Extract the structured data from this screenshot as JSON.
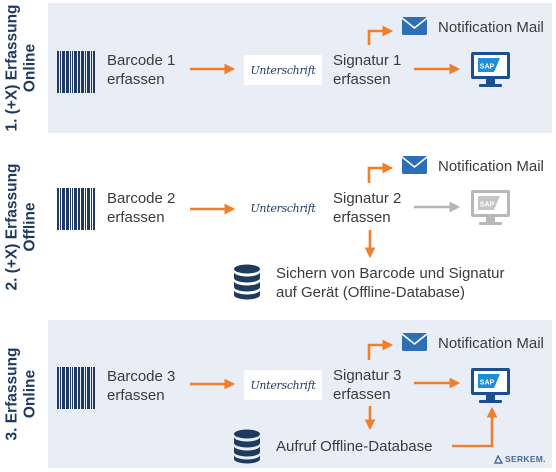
{
  "bands": [
    {
      "label_line1": "1. (+X) Erfassung",
      "label_line2": "Online",
      "barcode_line1": "Barcode 1",
      "barcode_line2": "erfassen",
      "signature_script": "Unterschrift",
      "signatur_line1": "Signatur 1",
      "signatur_line2": "erfassen",
      "mail": "Notification Mail",
      "sap": "SAP"
    },
    {
      "label_line1": "2. (+X) Erfassung",
      "label_line2": "Offline",
      "barcode_line1": "Barcode 2",
      "barcode_line2": "erfassen",
      "signature_script": "Unterschrift",
      "signatur_line1": "Signatur 2",
      "signatur_line2": "erfassen",
      "mail": "Notification Mail",
      "sap": "SAP",
      "db_line1": "Sichern von Barcode und Signatur",
      "db_line2": "auf Gerät (Offline-Database)"
    },
    {
      "label_line1": "3. Erfassung",
      "label_line2": "Online",
      "barcode_line1": "Barcode 3",
      "barcode_line2": "erfassen",
      "signature_script": "Unterschrift",
      "signatur_line1": "Signatur 3",
      "signatur_line2": "erfassen",
      "mail": "Notification Mail",
      "sap": "SAP",
      "db_call": "Aufruf Offline-Database"
    }
  ],
  "logo": "SERKEM.",
  "colors": {
    "arrow": "#ee7f2d",
    "arrow_inactive": "#b5b5b5",
    "navy": "#1f3a5f",
    "monitor_blue": "#1b4f8f",
    "sap_blue": "#1d8fd8",
    "mail_blue": "#2d6fb4",
    "panel": "#e9eef6"
  },
  "icons": [
    "barcode-icon",
    "signature-icon",
    "mail-icon",
    "sap-monitor-icon",
    "database-icon",
    "logo-icon"
  ]
}
